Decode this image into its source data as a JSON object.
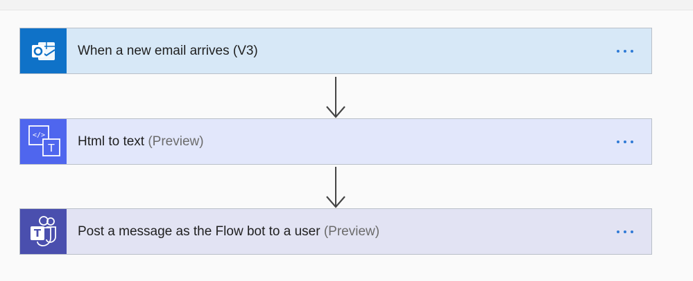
{
  "flow": {
    "steps": [
      {
        "title": "When a new email arrives (V3)",
        "tag": "",
        "icon": "outlook-icon",
        "icon_bg": "#0f72c8",
        "card_bg": "#d7e8f7"
      },
      {
        "title": "Html to text",
        "tag": "(Preview)",
        "icon": "html-to-text-icon",
        "icon_bg": "#4f66ee",
        "card_bg": "#e2e7fb"
      },
      {
        "title": "Post a message as the Flow bot to a user",
        "tag": "(Preview)",
        "icon": "teams-icon",
        "icon_bg": "#4a4fae",
        "card_bg": "#e2e3f3"
      }
    ]
  },
  "colors": {
    "menu_dots": "#2f7ad6",
    "connector_arrow": "#444444"
  }
}
